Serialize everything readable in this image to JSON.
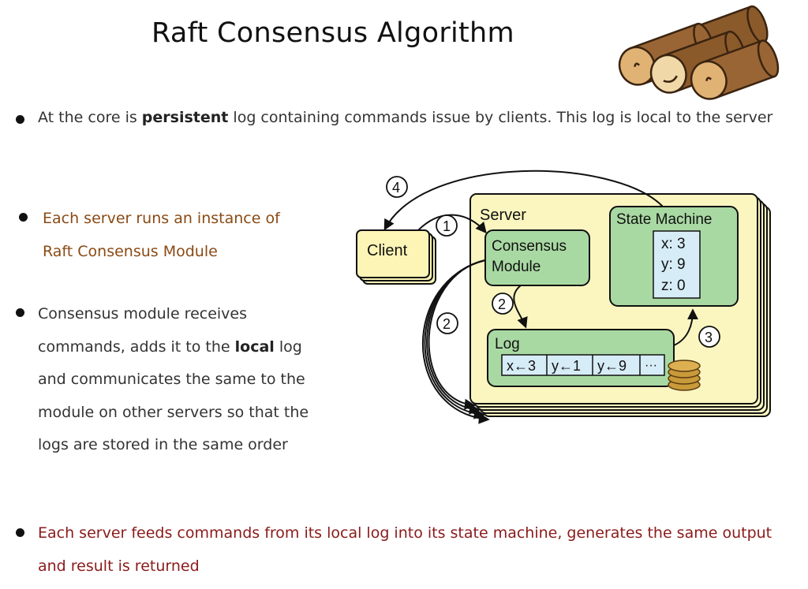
{
  "slide": {
    "title": "Raft Consensus Algorithm",
    "bullets": [
      {
        "pre": "At the core is ",
        "bold": "persistent",
        "post": " log containing commands issue by clients. This log is local to the server"
      },
      {
        "text": "Each server runs an instance of Raft Consensus Module"
      },
      {
        "pre": "Consensus module receives commands, adds it to the ",
        "bold": "local",
        "post": " log and communicates the same to the module on other servers so that the logs are stored in the same order"
      },
      {
        "text": "Each server feeds commands from its local log into its state machine, generates the same output and result is returned"
      }
    ]
  },
  "diagram": {
    "client": "Client",
    "server": "Server",
    "consensus_line1": "Consensus",
    "consensus_line2": "Module",
    "state_machine": "State Machine",
    "state": [
      "x: 3",
      "y: 9",
      "z: 0"
    ],
    "log": "Log",
    "log_entries": [
      "x←3",
      "y←1",
      "y←9",
      "···"
    ],
    "steps": [
      "1",
      "2",
      "2",
      "3",
      "4"
    ]
  },
  "colors": {
    "title": "#111111",
    "text": "#333333",
    "brown_text": "#8a4a14",
    "red_text": "#8b1a1a",
    "server_fill": "#fbf6c0",
    "client_fill": "#fdf5b6",
    "module_fill": "#a9d9a3",
    "log_fill": "#d6ecf6",
    "logs_icon": "#8b5a2b"
  },
  "icons": [
    "logs-icon",
    "coin-stack-icon"
  ]
}
